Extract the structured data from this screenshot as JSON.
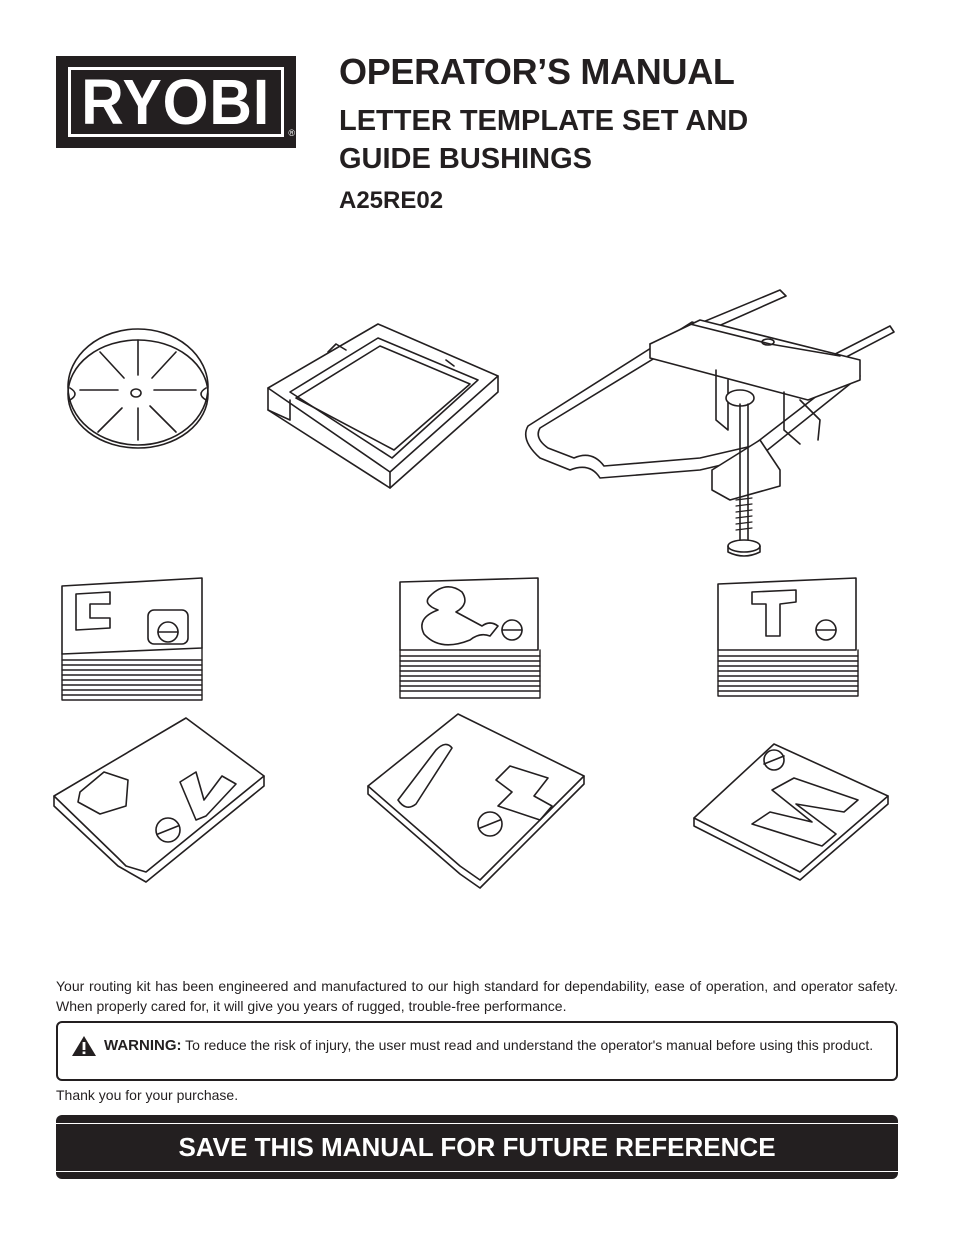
{
  "brand": {
    "logo_text": "RYOBI",
    "registered_mark": "®"
  },
  "header": {
    "title": "OPERATOR’S MANUAL",
    "product_line1": "LETTER TEMPLATE SET AND",
    "product_line2": "GUIDE BUSHINGS",
    "model": "A25RE02"
  },
  "intro_text": "Your routing kit has been engineered and manufactured to our high standard for dependability, ease of operation, and operator safety. When properly cared for, it will give you years of rugged, trouble-free performance.",
  "warning": {
    "icon": "warning-triangle-icon",
    "label": "WARNING:",
    "text": "To reduce the risk of injury, the user must read and understand the operator's manual before using this product."
  },
  "thanks_text": "Thank you for your purchase.",
  "banner_text": "SAVE THIS MANUAL FOR FUTURE REFERENCE",
  "colors": {
    "ink": "#231f20",
    "paper": "#ffffff"
  }
}
